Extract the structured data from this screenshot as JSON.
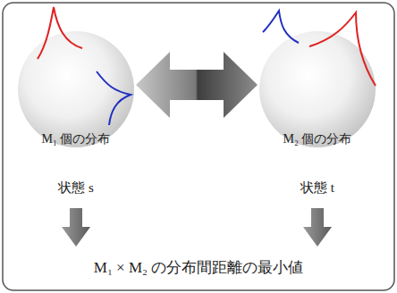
{
  "diagram": {
    "nodes": [
      {
        "text": [
          "M₁ 個の分布",
          "状態 s"
        ]
      },
      {
        "text": [
          "M₂ 個の分布",
          "状態 t"
        ]
      }
    ],
    "edges": [
      {
        "from": 0,
        "to": 1,
        "arrow": "both"
      }
    ],
    "labels": [
      "M₁ × M₂ の分布間距離の最小値"
    ]
  }
}
